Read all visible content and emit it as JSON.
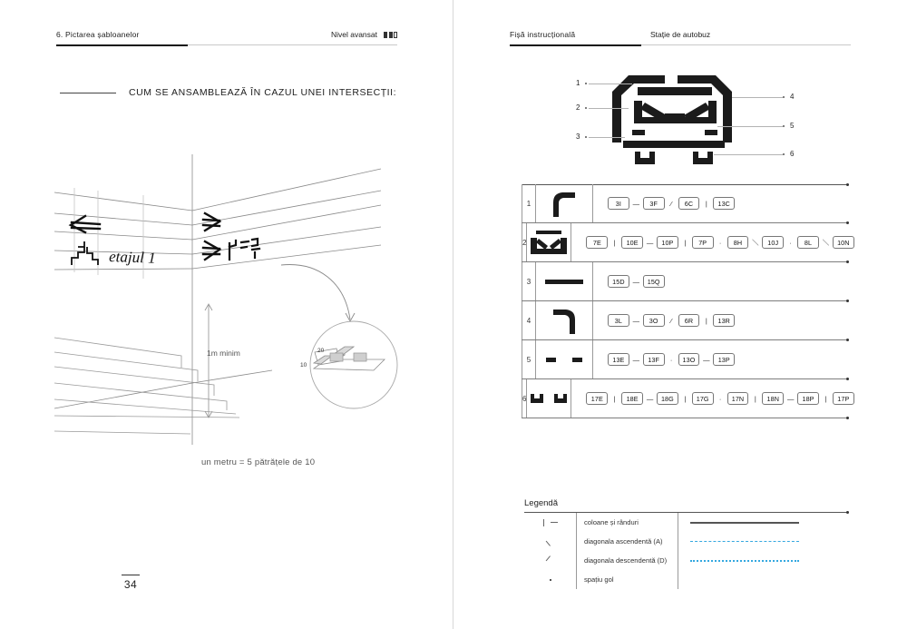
{
  "left_page": {
    "header": {
      "chapter": "6. Pictarea șabloanelor",
      "level_label": "Nivel avansat",
      "level_segments": [
        true,
        true,
        false
      ]
    },
    "section_title": "CUM SE ANSAMBLEAZĂ ÎN CAZUL UNEI INTERSECȚII:",
    "wall_text": "etajul 1",
    "dimension_label": "1m minim",
    "magnifier": {
      "upper_value": "20",
      "lower_value": "10"
    },
    "caption": "un metru = 5 pătrățele de 10",
    "page_number": "34"
  },
  "right_page": {
    "header": {
      "doc_type": "Fișă instrucțională",
      "subject": "Stație de autobuz"
    },
    "diagram": {
      "callouts_left": [
        "1",
        "2",
        "3"
      ],
      "callouts_right": [
        "4",
        "5",
        "6"
      ],
      "pictogram": "bus-stencil"
    },
    "table": {
      "rows": [
        {
          "index": "1",
          "glyph": "curve-top-left",
          "codes": [
            "3I",
            "3F",
            "6C",
            "13C"
          ],
          "ops": [
            "—",
            "⁄",
            "|"
          ]
        },
        {
          "index": "2",
          "glyph": "seats-band",
          "codes": [
            "7E",
            "10E",
            "10P",
            "7P",
            "8H",
            "10J",
            "8L",
            "10N"
          ],
          "ops": [
            "|",
            "—",
            "|",
            "·",
            "＼",
            "·",
            "＼"
          ]
        },
        {
          "index": "3",
          "glyph": "bumper-bar",
          "codes": [
            "15D",
            "15Q"
          ],
          "ops": [
            "—"
          ]
        },
        {
          "index": "4",
          "glyph": "curve-top-right",
          "codes": [
            "3L",
            "3O",
            "6R",
            "13R"
          ],
          "ops": [
            "—",
            "⁄",
            "|"
          ]
        },
        {
          "index": "5",
          "glyph": "two-lights",
          "codes": [
            "13E",
            "13F",
            "13O",
            "13P"
          ],
          "ops": [
            "—",
            "·",
            "—"
          ]
        },
        {
          "index": "6",
          "glyph": "two-wheels",
          "codes": [
            "17E",
            "18E",
            "18G",
            "17G",
            "17N",
            "18N",
            "18P",
            "17P"
          ],
          "ops": [
            "|",
            "—",
            "|",
            "·",
            "|",
            "—",
            "|"
          ]
        }
      ]
    },
    "legend": {
      "title": "Legendă",
      "rows": [
        {
          "symbol": "bar-vertical-horizontal",
          "label": "coloane și rânduri",
          "example": "solid"
        },
        {
          "symbol": "slash-ascending",
          "label": "diagonala ascendentă (A)",
          "example": "dashed"
        },
        {
          "symbol": "slash-descending",
          "label": "diagonala descendentă (D)",
          "example": "dotted"
        },
        {
          "symbol": "dot",
          "label": "spațiu gol",
          "example": "none"
        }
      ]
    }
  },
  "colors": {
    "accent_blue": "#35a8e0",
    "ink": "#1d1d1d",
    "rule_light": "#c9c9c9"
  }
}
